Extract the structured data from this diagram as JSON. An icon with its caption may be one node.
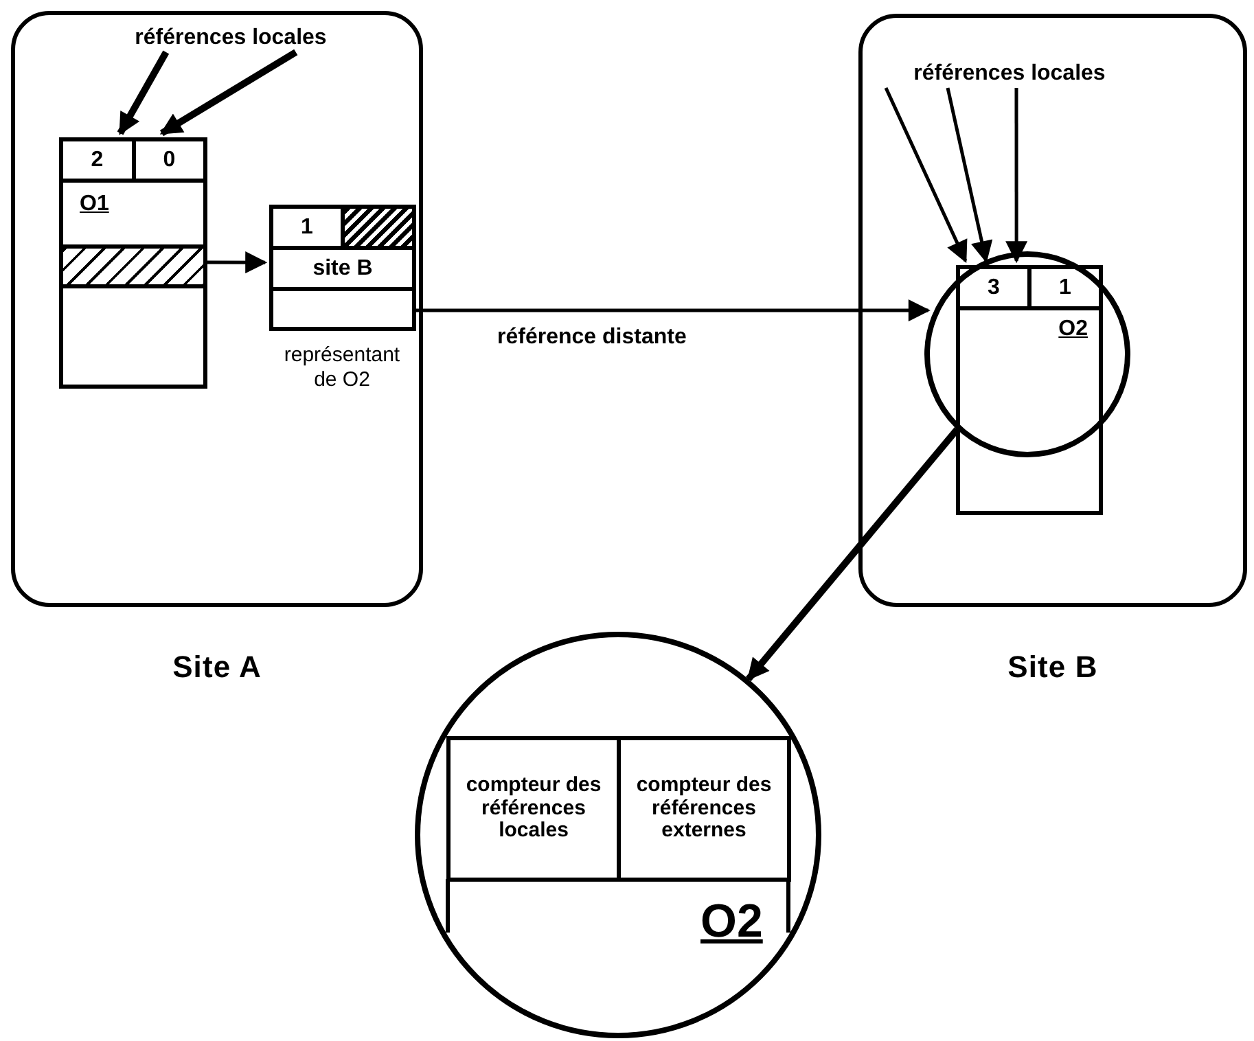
{
  "diagram": {
    "nodes": [
      {
        "text": [
          "Site A"
        ]
      },
      {
        "text": [
          "références locales"
        ],
        "in": 0
      },
      {
        "text": [
          "2",
          "0",
          "O1"
        ],
        "in": 0
      },
      {
        "text": [],
        "shape": "bar",
        "in": 2
      },
      {
        "text": [
          "1",
          "site B"
        ],
        "beside": [
          "représentant de O2"
        ],
        "in": 0
      },
      {
        "text": [
          "Site B"
        ]
      },
      {
        "text": [
          "références locales"
        ],
        "in": 5
      },
      {
        "text": [
          "3",
          "1",
          "O2"
        ],
        "in": 5
      },
      {
        "text": [],
        "shape": "circle",
        "in": 5
      },
      {
        "text": [
          "compteur des références locales",
          "compteur des références externes",
          "O2"
        ]
      }
    ],
    "edges": [
      {
        "from": 1,
        "to": 2,
        "arrow": "to",
        "style": "thick"
      },
      {
        "from": 1,
        "to": 2,
        "arrow": "to",
        "style": "thick"
      },
      {
        "from": 3,
        "to": 4,
        "arrow": "to"
      },
      {
        "from": 4,
        "to": 8,
        "arrow": "to",
        "label": "référence distante"
      },
      {
        "from": 6,
        "to": 7,
        "arrow": "to"
      },
      {
        "from": 6,
        "to": 7,
        "arrow": "to"
      },
      {
        "from": 6,
        "to": 7,
        "arrow": "to"
      },
      {
        "from": 8,
        "to": 9,
        "arrow": "to",
        "style": "thick"
      }
    ]
  }
}
